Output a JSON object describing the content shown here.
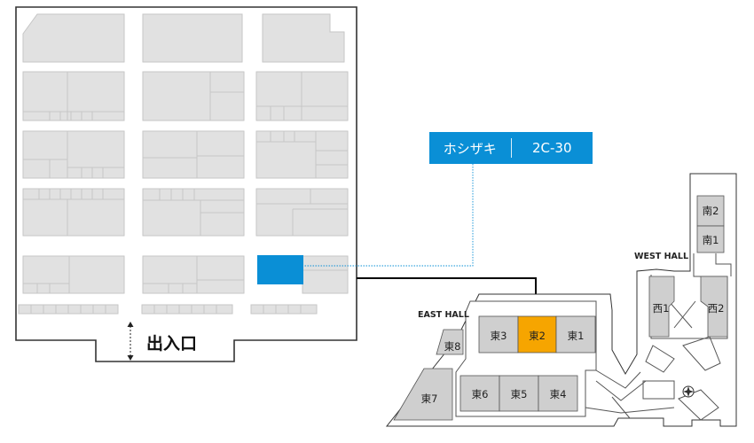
{
  "colors": {
    "highlight": "#0a8fd6",
    "booth_block": "#0a8fd6",
    "current_hall": "#f6a500",
    "hall_fill": "#cfcfcf",
    "block_fill": "#e1e1e1",
    "outline": "#333333"
  },
  "booth": {
    "company": "ホシザキ",
    "number": "2C-30"
  },
  "hall_map": {
    "exit_label": "出入口"
  },
  "venue": {
    "west_hall_label": "WEST HALL",
    "east_hall_label": "EAST HALL",
    "halls": {
      "higashi1": "東1",
      "higashi2": "東2",
      "higashi3": "東3",
      "higashi4": "東4",
      "higashi5": "東5",
      "higashi6": "東6",
      "higashi7": "東7",
      "higashi8": "東8",
      "nishi1": "西1",
      "nishi2": "西2",
      "minami1": "南1",
      "minami2": "南2"
    },
    "current_hall": "東2"
  }
}
